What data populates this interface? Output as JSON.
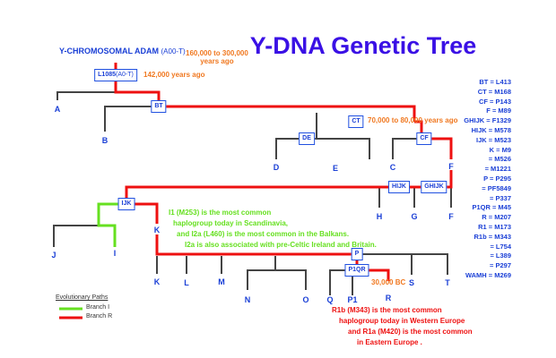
{
  "title": "Y-DNA Genetic Tree",
  "root": {
    "label": "Y-CHROMOSOMAL ADAM",
    "code": "(A00-T)",
    "age_line1": "160,000 to 300,000",
    "age_line2": "years ago"
  },
  "nodes": {
    "L1085": {
      "label": "L1085",
      "code": "(A0-T)",
      "age": "142,000 years ago"
    },
    "BT": "BT",
    "CT": "CT",
    "DE": "DE",
    "CF": "CF",
    "HIJK": "HIJK",
    "GHIJK": "GHIJK",
    "IJK": "IJK",
    "P": "P",
    "P1QR": "P1QR"
  },
  "ct_age": "70,000 to 80,000 years ago",
  "r_age": "30,000 BC",
  "leaves": {
    "A": "A",
    "B": "B",
    "C": "C",
    "D": "D",
    "E": "E",
    "F": "F",
    "F2": "F",
    "G": "G",
    "H": "H",
    "I": "I",
    "J": "J",
    "K": "K",
    "K2": "K",
    "L": "L",
    "M": "M",
    "N": "N",
    "O": "O",
    "P1": "P1",
    "Q": "Q",
    "R": "R",
    "S": "S",
    "T": "T"
  },
  "note_green": [
    "I1 (M253) is the most common",
    "haplogroup today in Scandinavia,",
    "and I2a (L460) is the most common in the Balkans.",
    "I2a is also associated with pre-Celtic Ireland and Britain."
  ],
  "note_red": [
    "R1b (M343) is the most common",
    "haplogroup today in Western Europe",
    "and R1a (M420) is the most common",
    "in Eastern Europe ."
  ],
  "snp_legend": [
    "BT = L413",
    "CT = M168",
    "CF = P143",
    "F = M89",
    "GHIJK = F1329",
    "HIJK = M578",
    "IJK = M523",
    "K = M9",
    "= M526",
    "= M1221",
    "P = P295",
    "= PF5849",
    "= P337",
    "P1QR = M45",
    "R = M207",
    "R1 = M173",
    "R1b = M343",
    "= L754",
    "= L389",
    "= P297",
    "WAMH = M269"
  ],
  "legend": {
    "title": "Evolutionary Paths",
    "items": [
      {
        "label": "Branch I",
        "color": "#66e020"
      },
      {
        "label": "Branch R",
        "color": "#ee1010"
      }
    ]
  },
  "colors": {
    "branch_i": "#66e020",
    "branch_r": "#ee1010",
    "neutral": "#444444",
    "label": "#1a3fd6",
    "age": "#f07820",
    "title": "#3a10e5"
  }
}
